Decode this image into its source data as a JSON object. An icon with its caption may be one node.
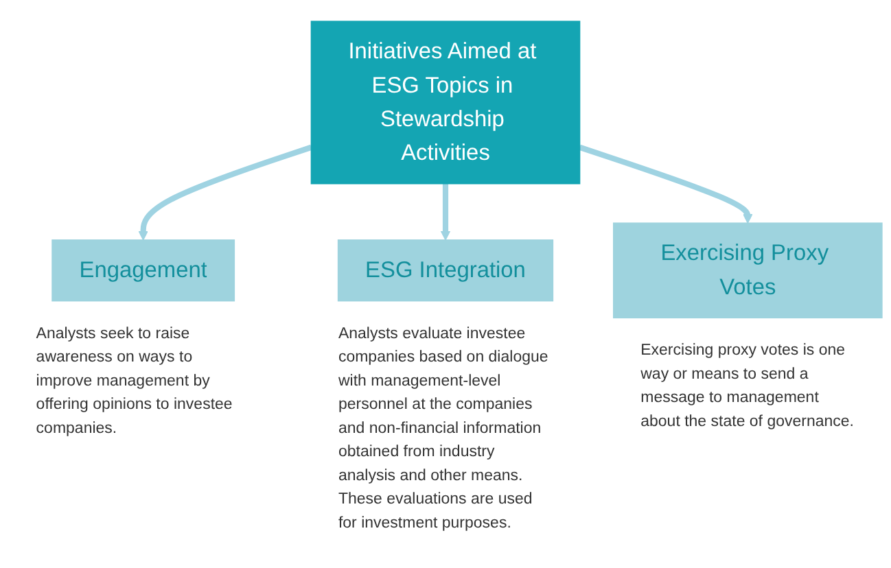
{
  "diagram": {
    "nodes": [
      {
        "text": [
          "Initiatives Aimed at ESG Topics in Stewardship Activities"
        ]
      },
      {
        "text": [
          "Engagement"
        ],
        "beside": [
          "Analysts seek to raise awareness on ways to improve management by offering opinions to investee companies."
        ]
      },
      {
        "text": [
          "ESG Integration"
        ],
        "beside": [
          "Analysts evaluate investee companies based on dialogue with management-level personnel at the companies and non-financial information obtained from industry analysis and other means. These evaluations are used for investment purposes."
        ]
      },
      {
        "text": [
          "Exercising Proxy Votes"
        ],
        "beside": [
          "Exercising proxy votes is one way or means to send a message to management about the state of governance."
        ]
      }
    ],
    "edges": [
      {
        "from": 0,
        "to": 1,
        "arrow": "to"
      },
      {
        "from": 0,
        "to": 2,
        "arrow": "to"
      },
      {
        "from": 0,
        "to": 3,
        "arrow": "to"
      }
    ]
  }
}
